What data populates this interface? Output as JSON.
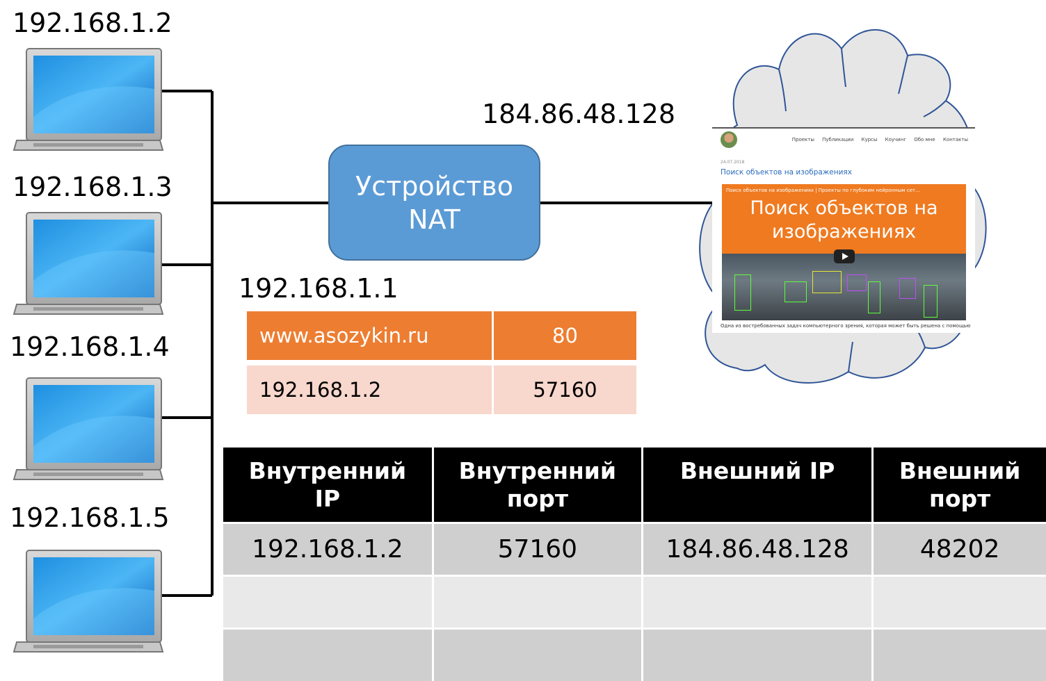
{
  "hosts": [
    {
      "ip": "192.168.1.2"
    },
    {
      "ip": "192.168.1.3"
    },
    {
      "ip": "192.168.1.4"
    },
    {
      "ip": "192.168.1.5"
    }
  ],
  "nat_device": {
    "label_line1": "Устройство",
    "label_line2": "NAT",
    "internal_ip": "192.168.1.1",
    "external_ip": "184.86.48.128"
  },
  "packet": {
    "dest_host": "www.asozykin.ru",
    "dest_port": "80",
    "src_host": "192.168.1.2",
    "src_port": "57160"
  },
  "nat_table": {
    "headers": [
      {
        "line1": "Внутренний",
        "line2": "IP"
      },
      {
        "line1": "Внутренний",
        "line2": "порт"
      },
      {
        "line1": "Внешний IP",
        "line2": ""
      },
      {
        "line1": "Внешний",
        "line2": "порт"
      }
    ],
    "rows": [
      [
        "192.168.1.2",
        "57160",
        "184.86.48.128",
        "48202"
      ],
      [
        "",
        "",
        "",
        ""
      ],
      [
        "",
        "",
        "",
        ""
      ]
    ]
  },
  "website": {
    "nav": [
      "Проекты",
      "Публикации",
      "Курсы",
      "Коучинг",
      "Обо мне",
      "Контакты"
    ],
    "date": "24.07.2018",
    "title": "Поиск объектов на изображениях",
    "video_caption": "Поиск объектов на изображениях | Проекты по глубоким нейронным сет...",
    "video_title_line1": "Поиск объектов на",
    "video_title_line2": "изображениях",
    "caption": "Одна из востребованных задач компьютерного зрения, которая может быть решена с помощью"
  },
  "colors": {
    "nat_fill": "#5b9bd5",
    "packet_header": "#ed7d31",
    "packet_row": "#f8d7cd",
    "table_header": "#000000",
    "cloud_fill": "#e6e6e6"
  }
}
